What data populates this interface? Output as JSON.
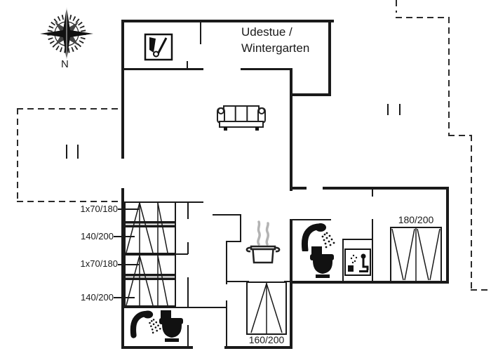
{
  "plan": {
    "compass": {
      "label": "N"
    },
    "room_label": {
      "line1": "Udestue /",
      "line2": "Wintergarten"
    },
    "bed_labels": {
      "bunk1_top": "1x70/180",
      "bunk1_bottom": "140/200",
      "bunk2_top": "1x70/180",
      "bunk2_bottom": "140/200",
      "bedroom_right": "180/200",
      "bedroom_middle": "160/200"
    },
    "icons": {
      "compass": "compass-rose-icon",
      "washbasin": "washbasin-icon",
      "sofa": "sofa-icon",
      "pot": "cooking-pot-icon",
      "shower": "shower-icon",
      "toilet": "toilet-icon",
      "sauna": "sauna-icon",
      "double_bed": "double-bed-icon",
      "bunk_bed": "bunk-bed-icon"
    },
    "colors": {
      "wall": "#1a1a1a",
      "steam": "#b3b3b3",
      "background": "#ffffff"
    }
  }
}
